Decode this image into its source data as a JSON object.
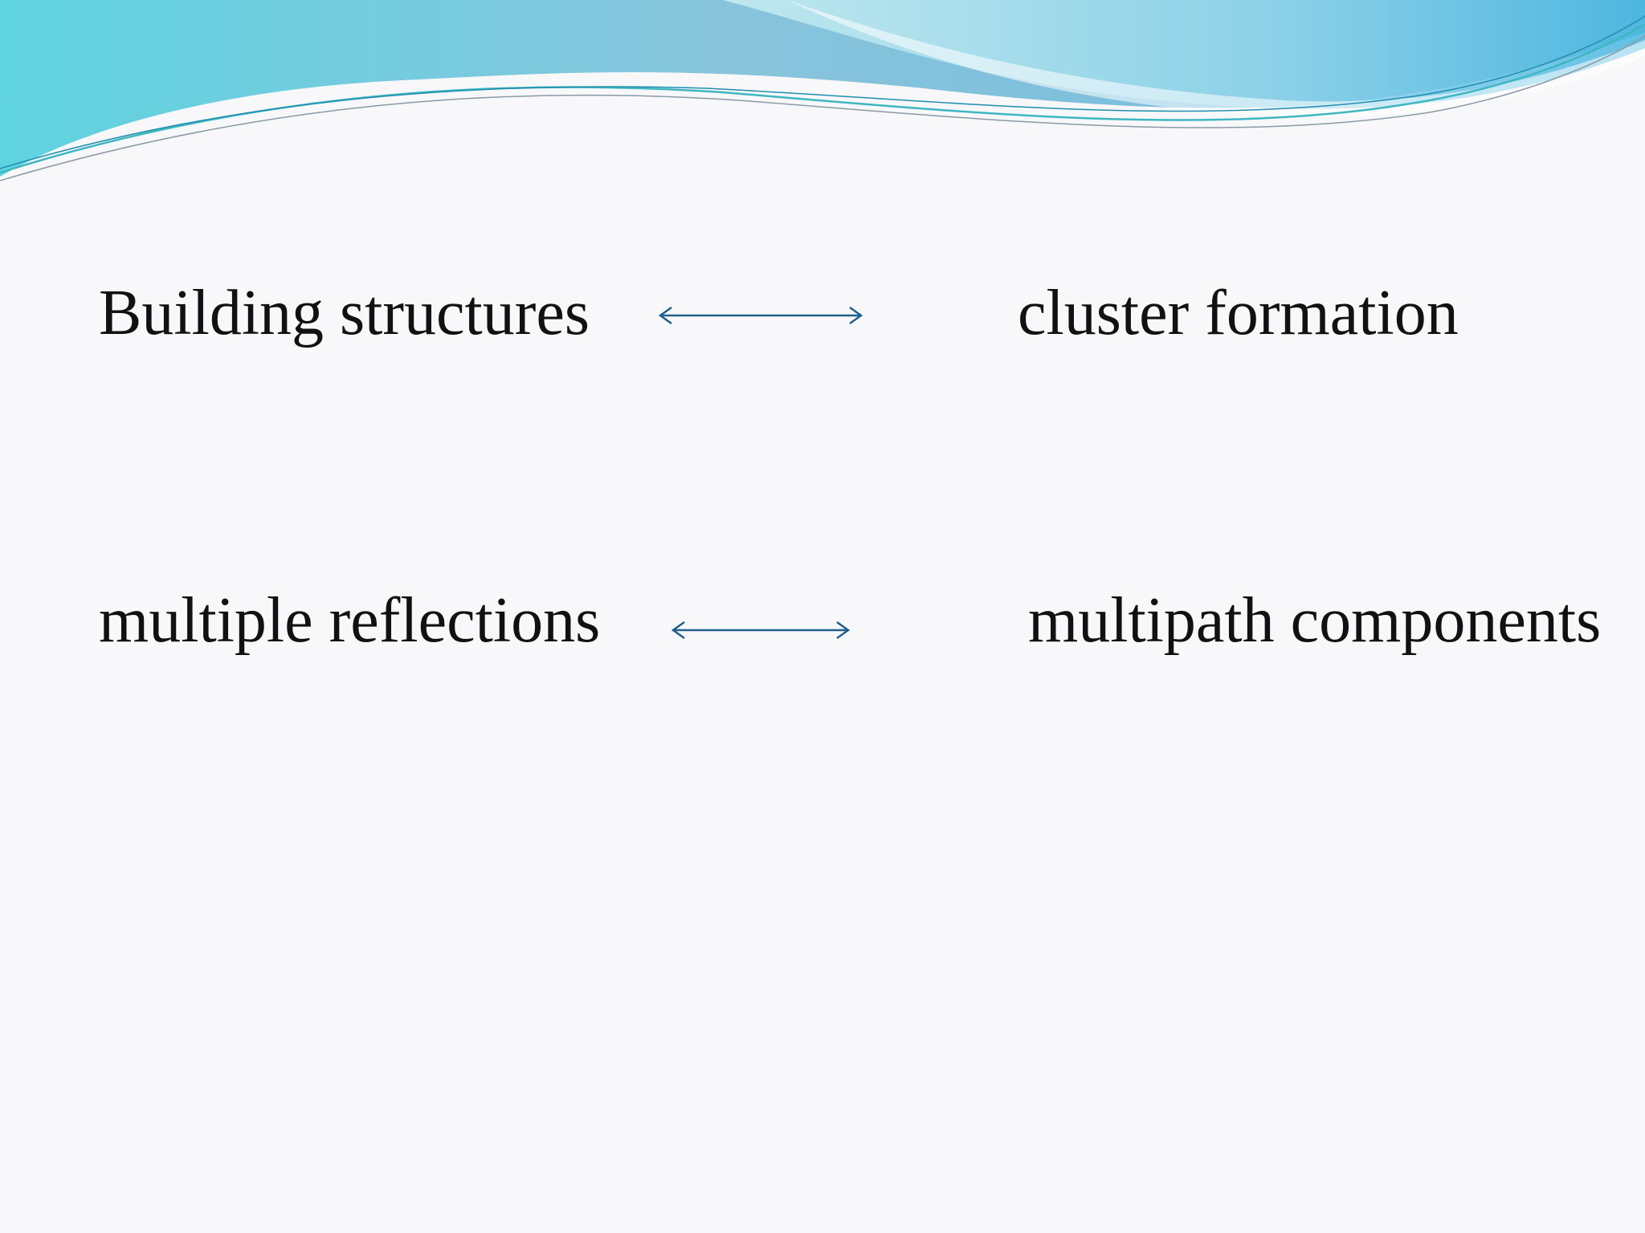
{
  "slide": {
    "accent_color": "#1f5f8e",
    "rows": [
      {
        "left": "Building structures",
        "right": "cluster formation",
        "connector_icon": "double-arrow-icon"
      },
      {
        "left": "multiple reflections",
        "right": "multipath components",
        "connector_icon": "double-arrow-icon"
      }
    ]
  }
}
